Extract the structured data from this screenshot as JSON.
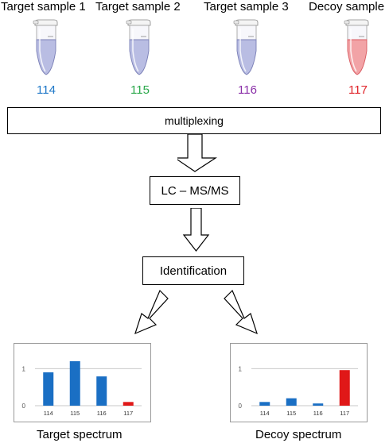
{
  "samples": [
    {
      "title": "Target sample 1",
      "channel": "114",
      "channel_color": "#1f78c8",
      "tube_color": "#b9bde3"
    },
    {
      "title": "Target sample 2",
      "channel": "115",
      "channel_color": "#2aa84a",
      "tube_color": "#b9bde3"
    },
    {
      "title": "Target sample 3",
      "channel": "116",
      "channel_color": "#8a2fa8",
      "tube_color": "#b9bde3"
    },
    {
      "title": "Decoy sample",
      "channel": "117",
      "channel_color": "#e0242a",
      "tube_color": "#f2a3a6"
    }
  ],
  "steps": {
    "multiplexing": "multiplexing",
    "lcms": "LC – MS/MS",
    "identification": "Identification"
  },
  "colors": {
    "target_bar": "#1a6fc4",
    "decoy_bar": "#e01818"
  },
  "chart_data": [
    {
      "type": "bar",
      "title": "Target spectrum",
      "categories": [
        "114",
        "115",
        "116",
        "117"
      ],
      "values": [
        0.9,
        1.2,
        0.79,
        0.1
      ],
      "bar_colors": [
        "#1a6fc4",
        "#1a6fc4",
        "#1a6fc4",
        "#e01818"
      ],
      "yticks": [
        "0",
        "1"
      ],
      "ylim": [
        0,
        1.5
      ],
      "grid": true
    },
    {
      "type": "bar",
      "title": "Decoy spectrum",
      "categories": [
        "114",
        "115",
        "116",
        "117"
      ],
      "values": [
        0.1,
        0.2,
        0.06,
        0.96
      ],
      "bar_colors": [
        "#1a6fc4",
        "#1a6fc4",
        "#1a6fc4",
        "#e01818"
      ],
      "yticks": [
        "0",
        "1"
      ],
      "ylim": [
        0,
        1.5
      ],
      "grid": true
    }
  ]
}
